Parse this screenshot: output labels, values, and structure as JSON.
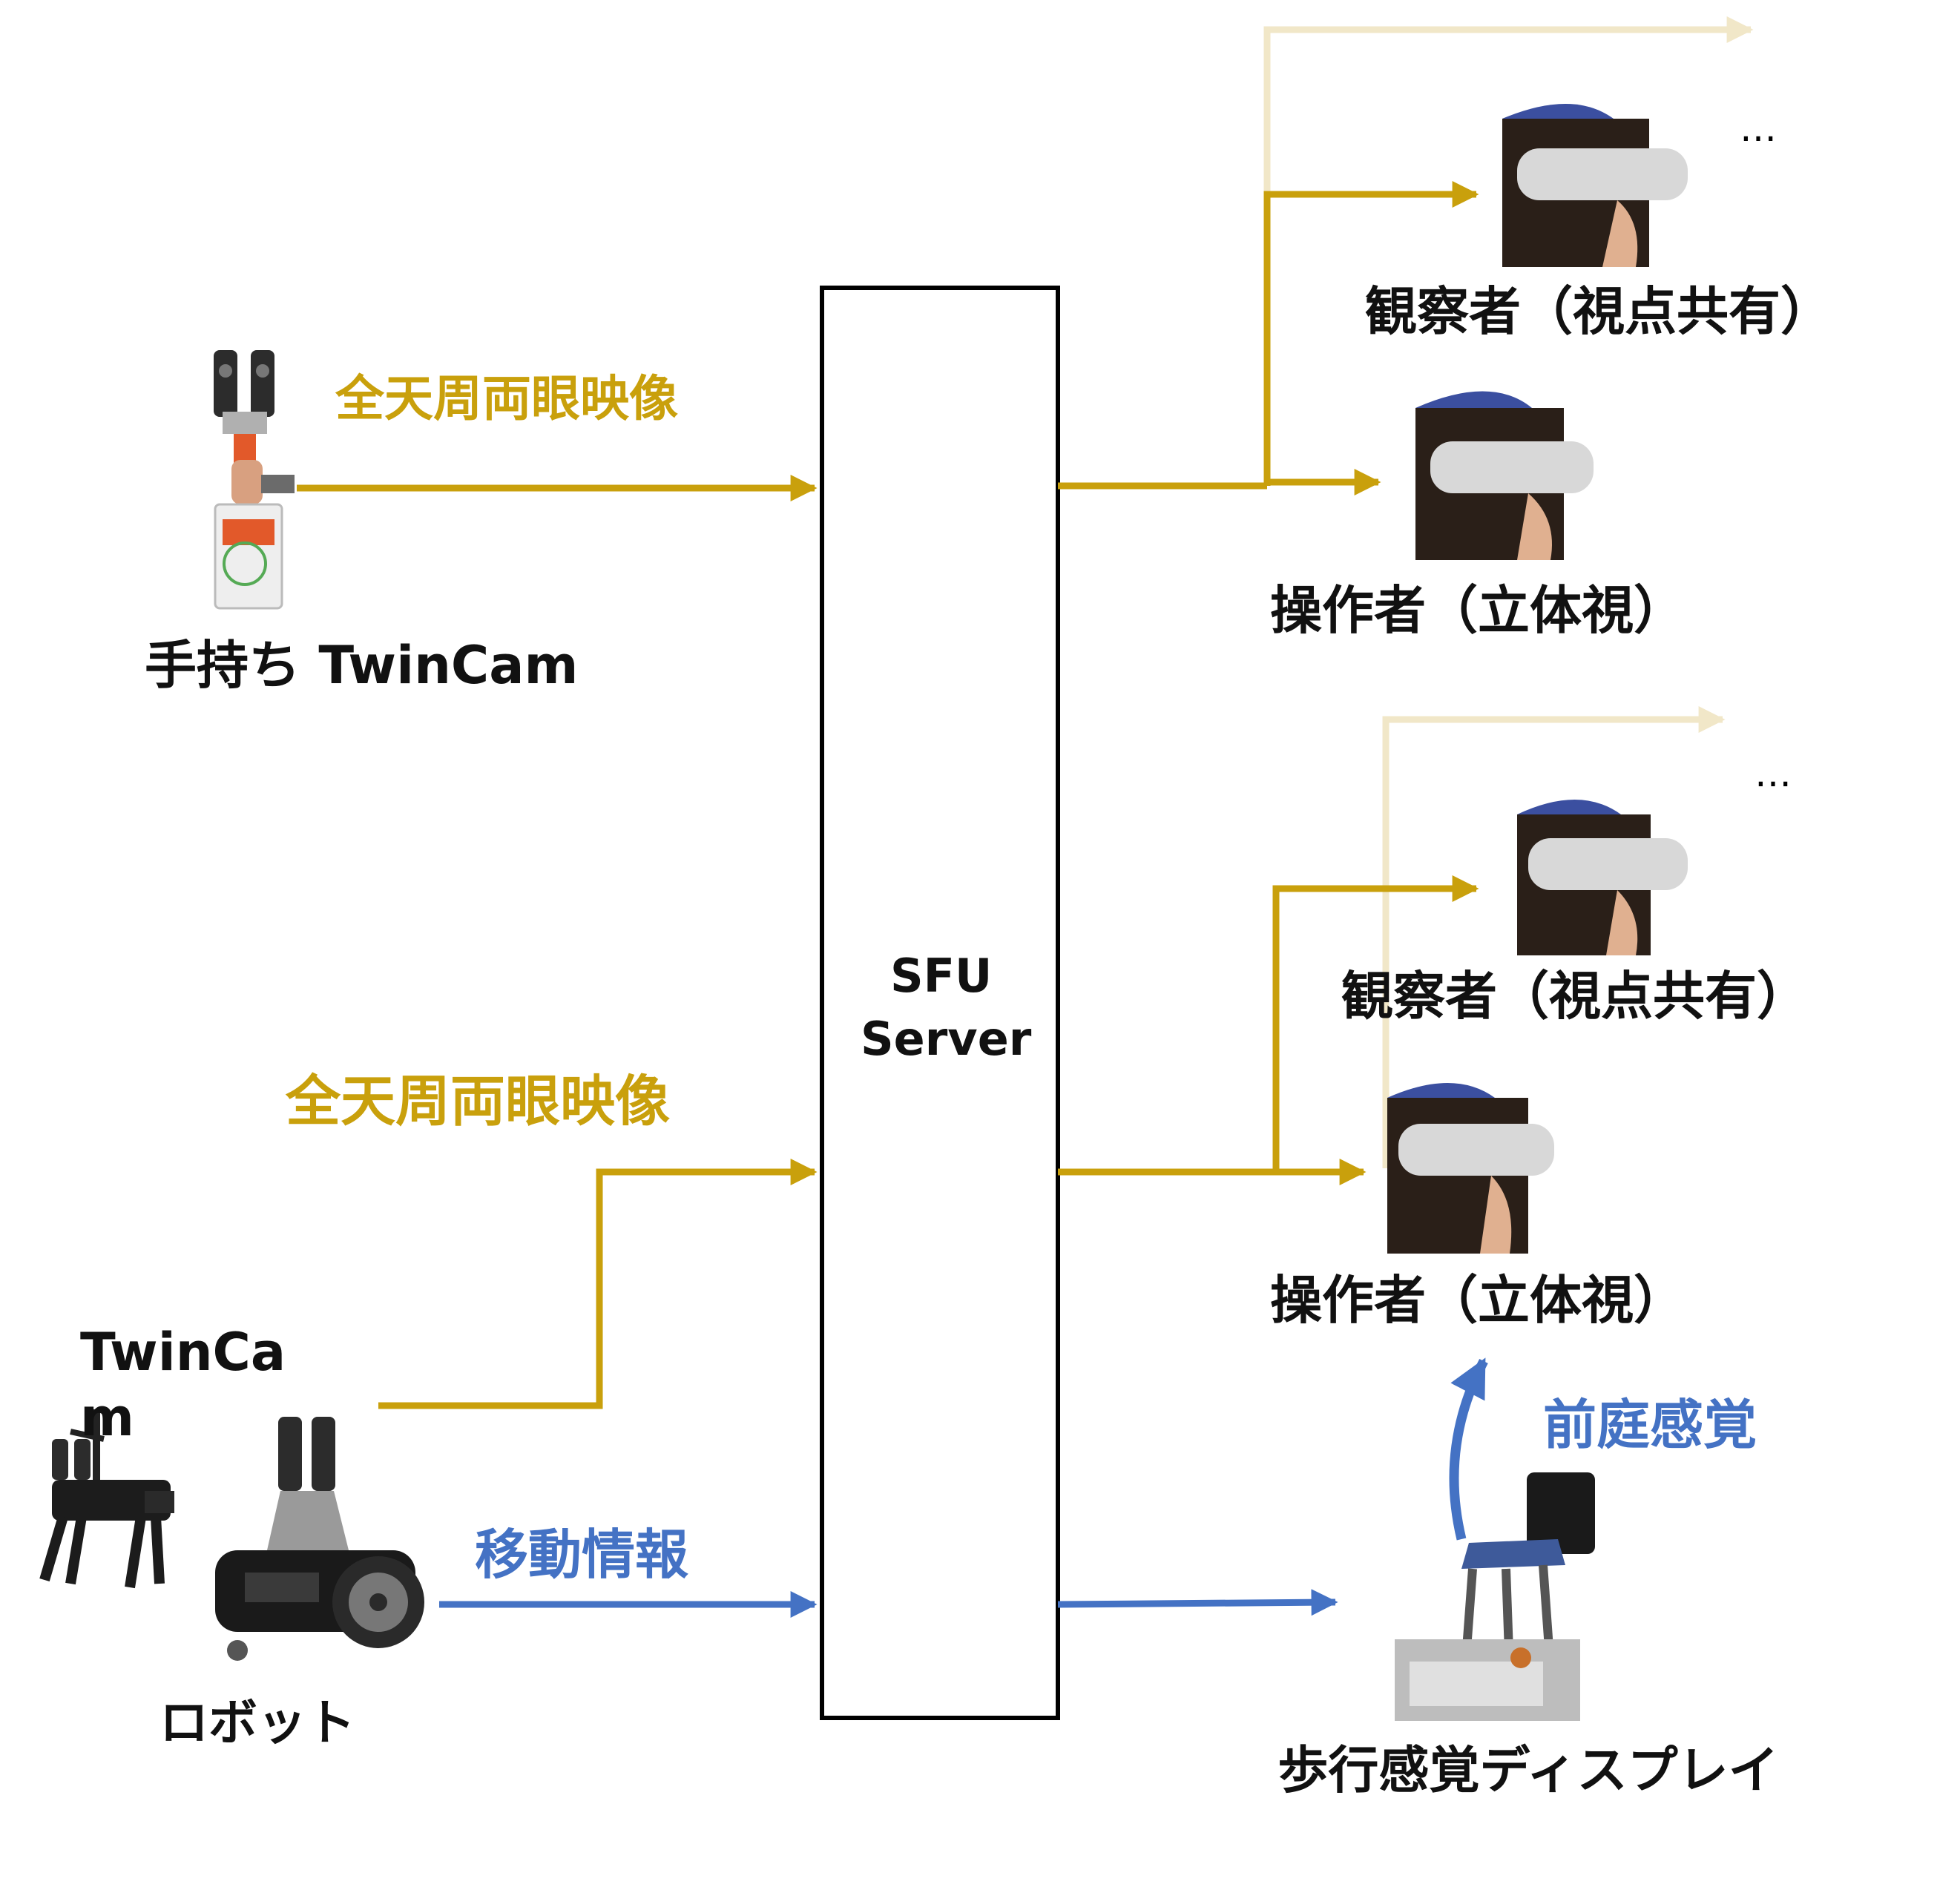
{
  "server": {
    "line1": "SFU",
    "line2": "Server"
  },
  "sources": {
    "handheld_label": "手持ち TwinCam",
    "stream_label_1": "全天周両眼映像",
    "stream_label_2": "全天周両眼映像",
    "twincam_label": "TwinCa m",
    "robot_label": "ロボット",
    "movement_label": "移動情報"
  },
  "receivers": {
    "observer_1": "観察者（視点共有）",
    "operator_1": "操作者（立体視）",
    "observer_2": "観察者（視点共有）",
    "operator_2": "操作者（立体視）",
    "ellipsis_1": "…",
    "ellipsis_2": "…",
    "vestibular_label": "前庭感覚",
    "walking_display_label": "歩行感覚ディスプレイ"
  },
  "colors": {
    "video_stream": "#c9a00c",
    "video_stream_faded": "#f1e7c8",
    "movement_info": "#4472c4",
    "box_stroke": "#000000"
  },
  "icons": [
    "handheld-twincam-icon",
    "quadruped-robot-icon",
    "wheeled-robot-icon",
    "vr-headset-person-icon",
    "walking-display-chair-icon"
  ]
}
